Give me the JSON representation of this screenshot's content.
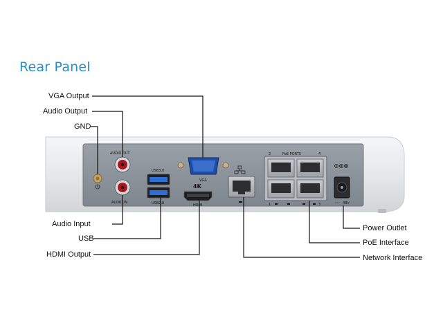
{
  "heading": "Rear Panel",
  "callouts": {
    "vga_output": "VGA Output",
    "audio_output": "Audio Output",
    "gnd": "GND",
    "audio_input": "Audio Input",
    "usb": "USB",
    "hdmi_output": "HDMI Output",
    "power_outlet": "Power Outlet",
    "poe_interface": "PoE Interface",
    "network_interface": "Network Interface"
  },
  "panel_print": {
    "audio_out": "AUDIO OUT",
    "audio_in": "AUDIO IN",
    "usb3": "USB3.0",
    "usb2": "USB2.0",
    "vga": "VGA",
    "res_4k": "4K",
    "hdmi": "HDMI",
    "poe_ports": "PoE PORTS",
    "port_2": "2",
    "port_4": "4",
    "port_1": "1",
    "port_3": "3",
    "dc_voltage": "48V"
  },
  "colors": {
    "heading": "#2a8fc7",
    "leader": "#111111",
    "chassis": "#e9eaec",
    "faceplate": "#8d939b"
  }
}
